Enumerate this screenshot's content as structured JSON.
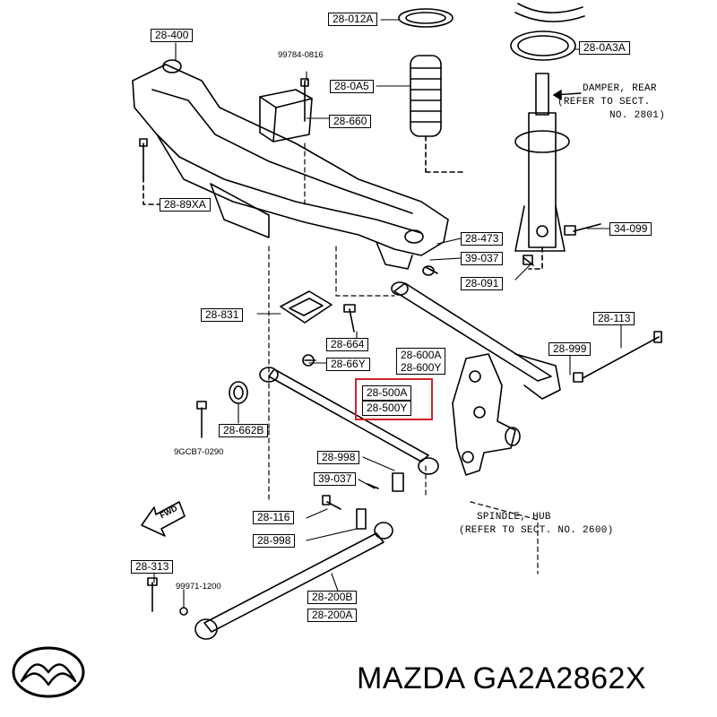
{
  "parts": {
    "p_top": "",
    "p_28012A": "28-012A",
    "p_28400": "28-400",
    "p_99784": "99784-0816",
    "p_280A5": "28-0A5",
    "p_280A3A": "28-0A3A",
    "p_28660": "28-660",
    "p_2889XA": "28-89XA",
    "p_34099": "34-099",
    "p_28473": "28-473",
    "p_39037a": "39-037",
    "p_28091": "28-091",
    "p_28831": "28-831",
    "p_28113": "28-113",
    "p_28664": "28-664",
    "p_28600A": "28-600A",
    "p_28600Y": "28-600Y",
    "p_28999a": "28-999",
    "p_2866Y": "28-66Y",
    "p_28500A": "28-500A",
    "p_28500Y": "28-500Y",
    "p_28662B": "28-662B",
    "p_9GCB7": "9GCB7-0290",
    "p_28998a": "28-998",
    "p_39037b": "39-037",
    "p_28116": "28-116",
    "p_28998b": "28-998",
    "p_28313": "28-313",
    "p_99971": "99971-1200",
    "p_28200B": "28-200B",
    "p_28200A": "28-200A",
    "fwd": "FWD"
  },
  "notes": {
    "damper_1": "DAMPER, REAR",
    "damper_2": "(REFER TO SECT.",
    "damper_3": "NO. 2801)",
    "spindle_1": "SPINDLE, HUB",
    "spindle_2": "(REFER TO SECT. NO. 2600)"
  },
  "brand_text": "MAZDA GA2A2862X",
  "logo": "mazda-logo",
  "colors": {
    "highlight": "#d2232a",
    "ink": "#000000",
    "background": "#ffffff"
  }
}
